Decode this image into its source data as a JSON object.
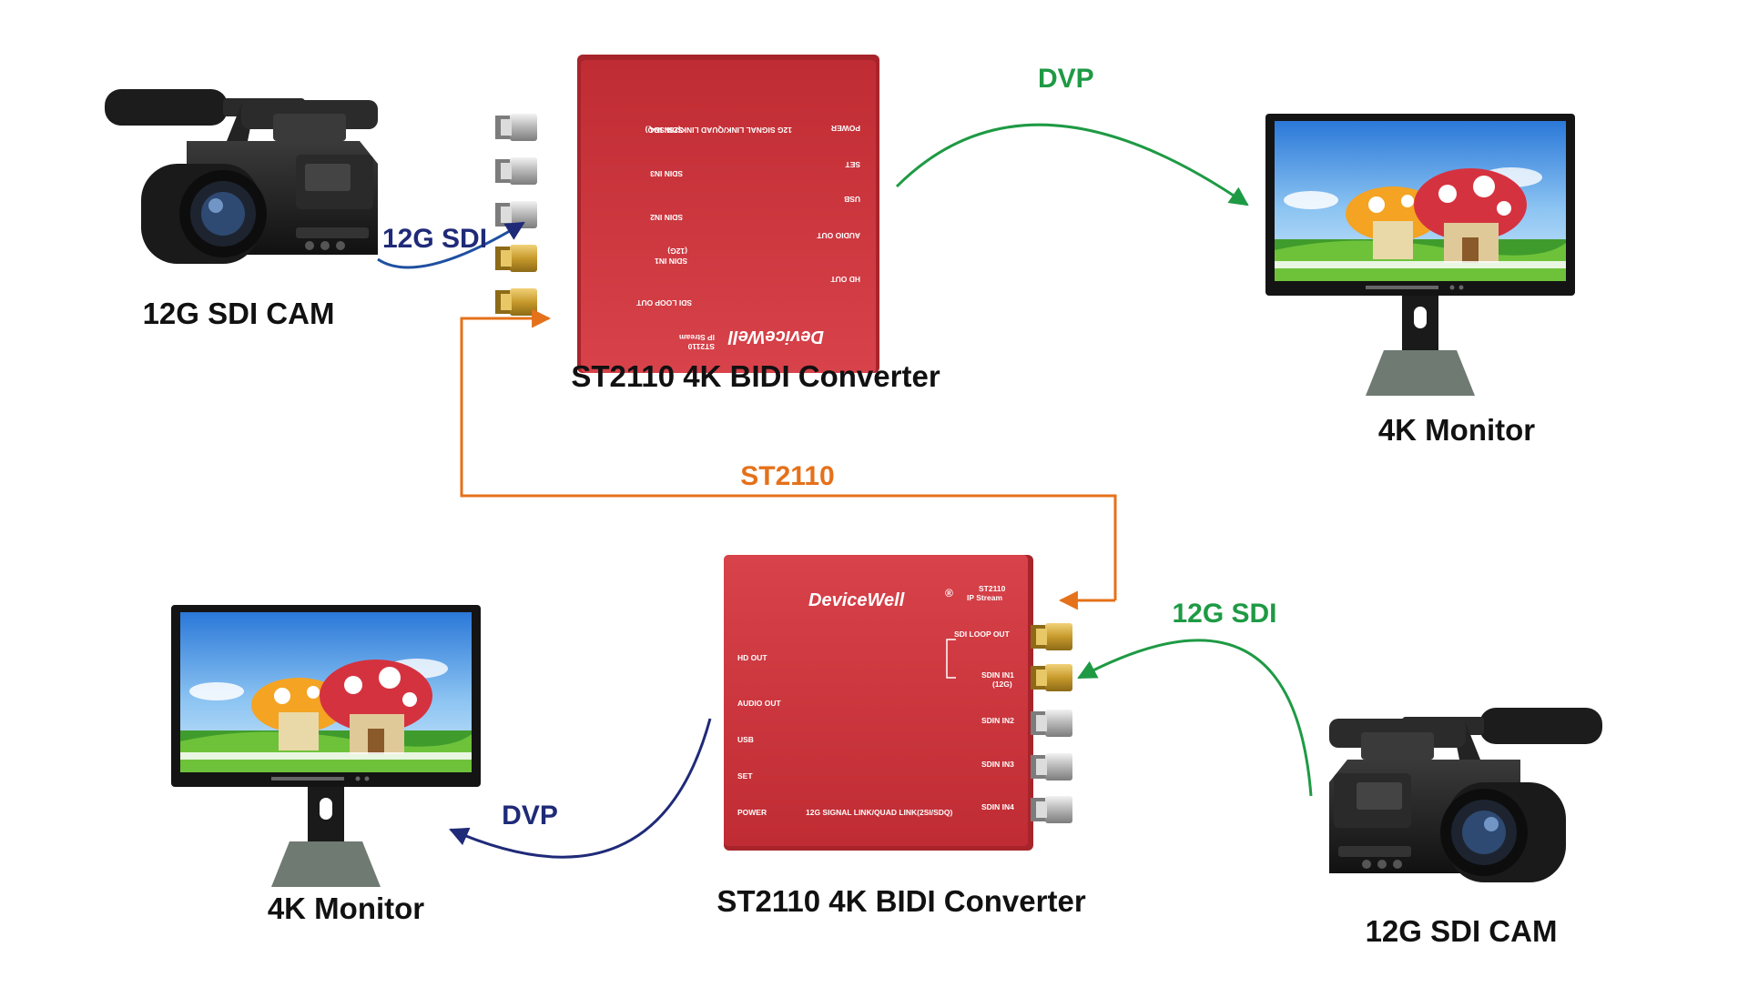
{
  "colors": {
    "orange": "#e5711a",
    "green": "#1e9a44",
    "navy": "#1f2a78",
    "converter": "#c9333a",
    "converter_edge": "#a8242b",
    "monitor_frame": "#141414",
    "stand": "#6f7a72"
  },
  "icons": {
    "camera": "camcorder-icon",
    "monitor": "monitor-icon",
    "converter": "converter-box-icon",
    "bnc": "bnc-connector-icon"
  },
  "labels": {
    "cam_top": "12G SDI CAM",
    "cam_bottom": "12G SDI CAM",
    "monitor_top": "4K Monitor",
    "monitor_bottom": "4K Monitor",
    "converter_top": "ST2110 4K BIDI Converter",
    "converter_bottom": "ST2110 4K BIDI Converter"
  },
  "flows": {
    "sdi_top": "12G SDI",
    "dvp_top": "DVP",
    "st2110": "ST2110",
    "sdi_bottom": "12G SDI",
    "dvp_bottom": "DVP"
  },
  "converter_panel": {
    "brand": "DeviceWell",
    "registered": "®",
    "st2110": "ST2110",
    "ip_stream": "IP Stream",
    "sdi_loop_out": "SDI LOOP OUT",
    "sdin_in1": "SDIN IN1",
    "twelve_g": "(12G)",
    "sdin_in2": "SDIN IN2",
    "sdin_in3": "SDIN IN3",
    "sdin_in4": "SDIN IN4",
    "hd_out": "HD OUT",
    "audio_out": "AUDIO OUT",
    "usb": "USB",
    "set": "SET",
    "power": "POWER",
    "link_mode": "12G SIGNAL LINK/QUAD LINK(2SI/SDQ)"
  }
}
